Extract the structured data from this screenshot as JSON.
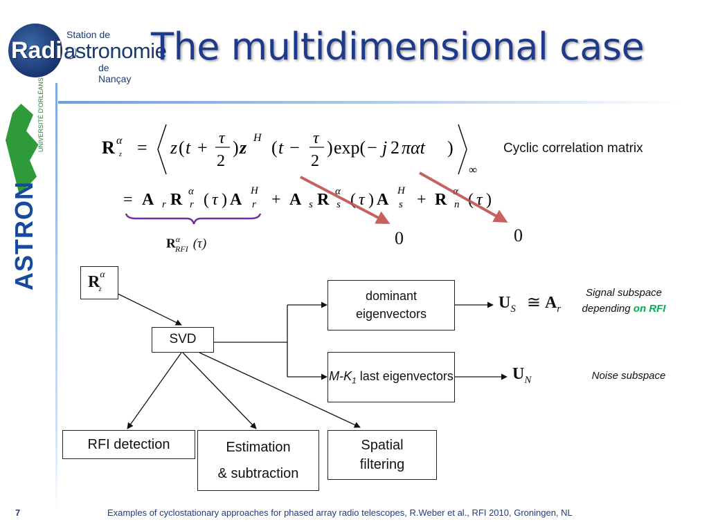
{
  "title": "The multidimensional case",
  "logo": {
    "radio": "Radio",
    "station": "Station de",
    "astronomie": "astronomie",
    "nancay": "de Nançay"
  },
  "side_logos": {
    "orleans": "UNIVERSITÉ D'ORLÉANS",
    "astron": "ASTRON"
  },
  "equation": {
    "cyclic_label": "Cyclic correlation matrix",
    "zero_1": "0",
    "zero_2": "0",
    "rfi_term": "R",
    "rfi_sup": "α",
    "rfi_sub": "RFI",
    "rfi_arg": "(τ)"
  },
  "diagram": {
    "input": "R",
    "input_sup": "α",
    "input_sub": "z",
    "svd": "SVD",
    "dominant": "dominant eigenvectors",
    "last_pre": "M-K",
    "last_sub": "1",
    "last_post": " last eigenvectors",
    "us_main": "U",
    "us_sub": "S",
    "us_rel": "≅",
    "ar_main": "A",
    "ar_sub": "r",
    "un_main": "U",
    "un_sub": "N",
    "signal_note_1": "Signal subspace",
    "signal_note_2": "depending ",
    "signal_note_3": "on RFI",
    "noise_note": "Noise subspace",
    "rfi_detection": "RFI detection",
    "estimation_1": "Estimation",
    "estimation_2": "& subtraction",
    "spatial_1": "Spatial",
    "spatial_2": "filtering"
  },
  "footer": {
    "page": "7",
    "text": "Examples of cyclostationary approaches for phased array radio telescopes, R.Weber et al., RFI 2010, Groningen, NL"
  },
  "colors": {
    "title": "#1f3a8a",
    "arrow_red": "#c0504d",
    "brace_purple": "#7030a0",
    "green": "#00b050"
  }
}
